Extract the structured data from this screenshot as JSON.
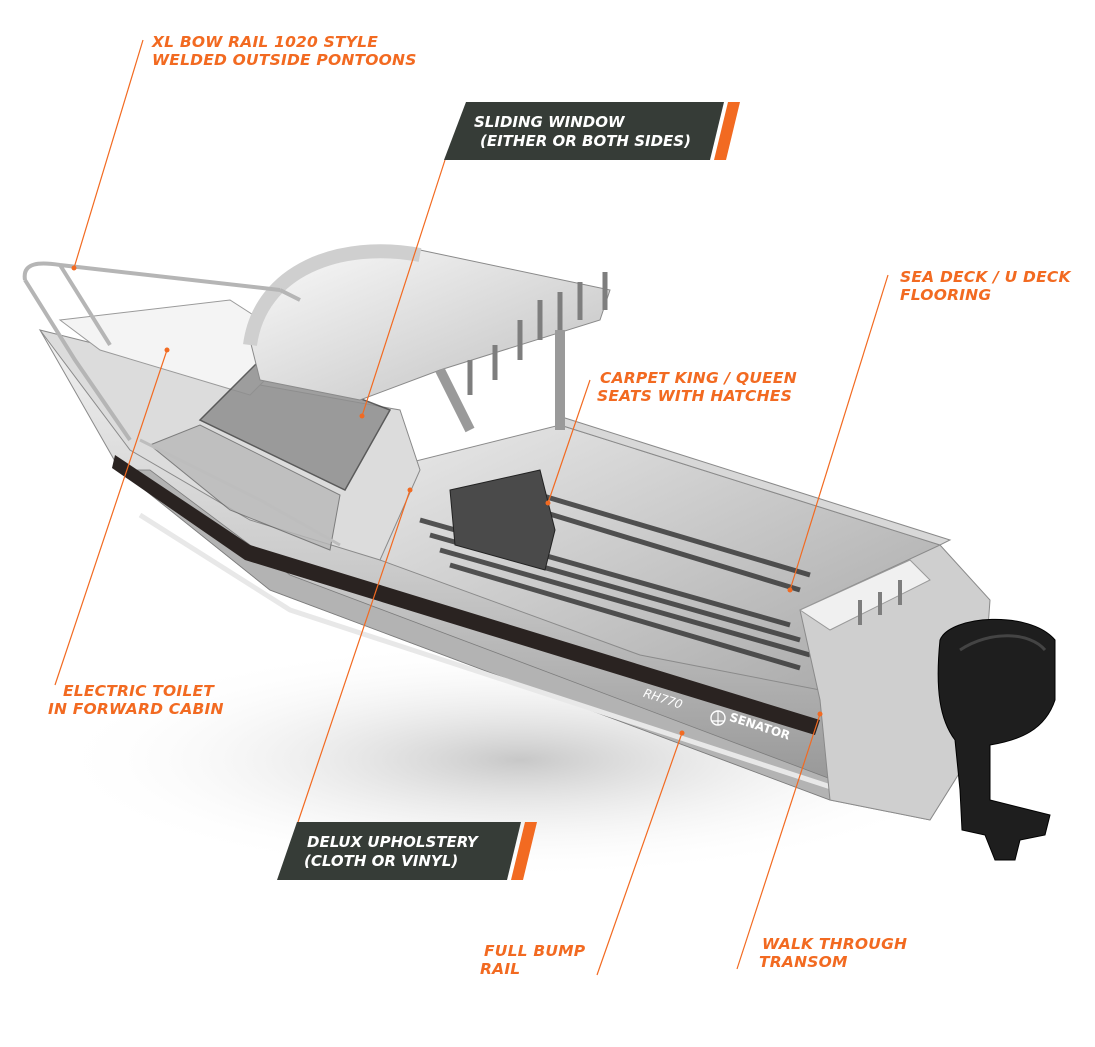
{
  "callouts": {
    "bow_rail": [
      "XL BOW RAIL 1020 STYLE",
      "WELDED OUTSIDE PONTOONS"
    ],
    "sliding_window": [
      "SLIDING WINDOW",
      "(EITHER OR BOTH SIDES)"
    ],
    "sea_deck": [
      "SEA DECK / U DECK",
      "FLOORING"
    ],
    "carpet_seats": [
      "CARPET KING / QUEEN",
      "SEATS WITH HATCHES"
    ],
    "electric_toilet": [
      "ELECTRIC TOILET",
      "IN FORWARD CABIN"
    ],
    "upholstery": [
      "DELUX UPHOLSTERY",
      "(CLOTH OR VINYL)"
    ],
    "bump_rail": [
      "FULL BUMP",
      "RAIL"
    ],
    "walk_through": [
      "WALK THROUGH",
      "TRANSOM"
    ]
  },
  "boat": {
    "model": "RH770",
    "brand": "SENATOR"
  },
  "colors": {
    "accent": "#f26a21",
    "badge": "#363c37",
    "hull_stripe": "#2a2321"
  }
}
